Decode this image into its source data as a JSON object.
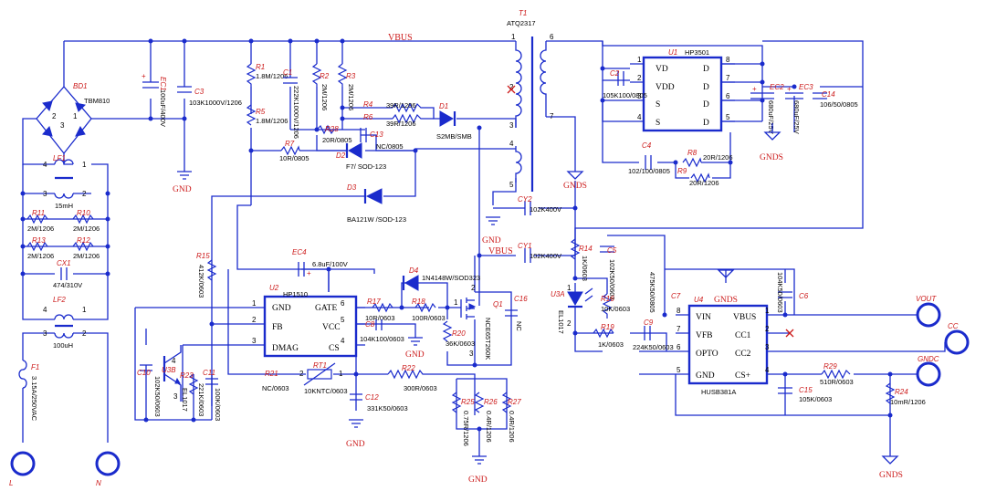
{
  "schematic": {
    "nets": {
      "vbus_top": "VBUS",
      "vbus_mid": "VBUS"
    },
    "power_labels": {
      "gnd": "GND",
      "gnds": "GNDS"
    },
    "connectors": {
      "l": "L",
      "n": "N",
      "vout": "VOUT",
      "cc": "CC",
      "gndc": "GNDC"
    },
    "fuse": {
      "ref": "F1",
      "value": "3.15A/250VAC"
    },
    "bridge": {
      "ref": "BD1",
      "value": "TBM810"
    },
    "lf1": {
      "ref": "LF1",
      "value": "15mH"
    },
    "lf2": {
      "ref": "LF2",
      "value": "100uH"
    },
    "cx1": {
      "ref": "CX1",
      "value": "474/310V"
    },
    "r10": {
      "ref": "R10",
      "value": "2M/1206"
    },
    "r11": {
      "ref": "R11",
      "value": "2M/1206"
    },
    "r12": {
      "ref": "R12",
      "value": "2M/1206"
    },
    "r13": {
      "ref": "R13",
      "value": "2M/1206"
    },
    "ec1": {
      "ref": "EC1",
      "value": "100uF/400V"
    },
    "c3": {
      "ref": "C3",
      "value": "103K1000V/1206"
    },
    "r1": {
      "ref": "R1",
      "value": "1.8M/1206"
    },
    "r5": {
      "ref": "R5",
      "value": "1.8M/1206"
    },
    "c1": {
      "ref": "C1",
      "value": "222K1000V/1206"
    },
    "r2": {
      "ref": "R2",
      "value": "2M/1206"
    },
    "r3": {
      "ref": "R3",
      "value": "2M/1206"
    },
    "r4": {
      "ref": "R4",
      "value": "39R/1206"
    },
    "r6": {
      "ref": "R6",
      "value": "39R/1206"
    },
    "d1": {
      "ref": "D1",
      "value": "S2MB/SMB"
    },
    "r28": {
      "ref": "R28",
      "value": "20R/0805"
    },
    "c13": {
      "ref": "C13",
      "value": "NC/0805"
    },
    "r7": {
      "ref": "R7",
      "value": "10R/0805"
    },
    "d2": {
      "ref": "D2",
      "value": "F7/ SOD-123"
    },
    "d3": {
      "ref": "D3",
      "value": "BA121W /SOD-123"
    },
    "t1": {
      "ref": "T1",
      "value": "ATQ2317"
    },
    "cy1": {
      "ref": "CY1",
      "value": "102K400V"
    },
    "cy2": {
      "ref": "CY2",
      "value": "102K400V"
    },
    "r15": {
      "ref": "R15",
      "value": "412K/0603"
    },
    "ec4": {
      "ref": "EC4",
      "value": "6.8uF/100V"
    },
    "u2": {
      "ref": "U2",
      "value": "HP1510",
      "pins": [
        "GND",
        "FB",
        "DMAG",
        "GATE",
        "VCC",
        "CS"
      ]
    },
    "d4": {
      "ref": "D4",
      "value": "1N4148W/SOD323"
    },
    "r17": {
      "ref": "R17",
      "value": "10R/0603"
    },
    "r18": {
      "ref": "R18",
      "value": "100R/0603"
    },
    "c8": {
      "ref": "C8",
      "value": "104K100/0603"
    },
    "q1": {
      "ref": "Q1",
      "value": "NCE65T260K"
    },
    "c16": {
      "ref": "C16",
      "value": "NC"
    },
    "r20": {
      "ref": "R20",
      "value": "36K/0603"
    },
    "c10": {
      "ref": "C10",
      "value": "102K50/0603"
    },
    "u3b": {
      "ref": "U3B",
      "value": "EL1017"
    },
    "r23": {
      "ref": "R23",
      "value": "221K/0603"
    },
    "c11": {
      "ref": "C11",
      "value": "100K/0603"
    },
    "r21": {
      "ref": "R21",
      "value": "NC/0603"
    },
    "rt1": {
      "ref": "RT1",
      "value": "10KNTC/0603"
    },
    "r22": {
      "ref": "R22",
      "value": "300R/0603"
    },
    "c12": {
      "ref": "C12",
      "value": "331K50/0603"
    },
    "r25": {
      "ref": "R25",
      "value": "0.75R/1206"
    },
    "r26": {
      "ref": "R26",
      "value": "0.4R/1206"
    },
    "r27": {
      "ref": "R27",
      "value": "0.4R/1206"
    },
    "u1": {
      "ref": "U1",
      "value": "HP3501",
      "pins": [
        "VD",
        "VDD",
        "S",
        "S",
        "D",
        "D",
        "D",
        "D"
      ]
    },
    "c2": {
      "ref": "C2",
      "value": "105K100/0805"
    },
    "ec2": {
      "ref": "EC2",
      "value": "680uF/25V"
    },
    "ec3": {
      "ref": "EC3",
      "value": "680uF/25V"
    },
    "c14": {
      "ref": "C14",
      "value": "106/50/0805"
    },
    "c4": {
      "ref": "C4",
      "value": "102/100/0805"
    },
    "r8": {
      "ref": "R8",
      "value": "20R/1206"
    },
    "r9": {
      "ref": "R9",
      "value": "20R/1206"
    },
    "r14": {
      "ref": "R14",
      "value": "1K/0603"
    },
    "c5": {
      "ref": "C5",
      "value": "102K50/0603"
    },
    "u3a": {
      "ref": "U3A",
      "value": "EL1017"
    },
    "r16": {
      "ref": "R16",
      "value": "10K/0603"
    },
    "c7": {
      "ref": "C7",
      "value": "475K50/0805"
    },
    "c6": {
      "ref": "C6",
      "value": "104K50/0603"
    },
    "u4": {
      "ref": "U4",
      "value": "HUSB381A",
      "pins": [
        "VIN",
        "VFB",
        "OPTO",
        "GND",
        "VBUS",
        "CC1",
        "CC2",
        "CS+"
      ]
    },
    "r19": {
      "ref": "R19",
      "value": "1K/0603"
    },
    "c9": {
      "ref": "C9",
      "value": "224K50/0603"
    },
    "r29": {
      "ref": "R29",
      "value": "510R/0603"
    },
    "c15": {
      "ref": "C15",
      "value": "105K/0603"
    },
    "r24": {
      "ref": "R24",
      "value": "10mR/1206"
    }
  }
}
